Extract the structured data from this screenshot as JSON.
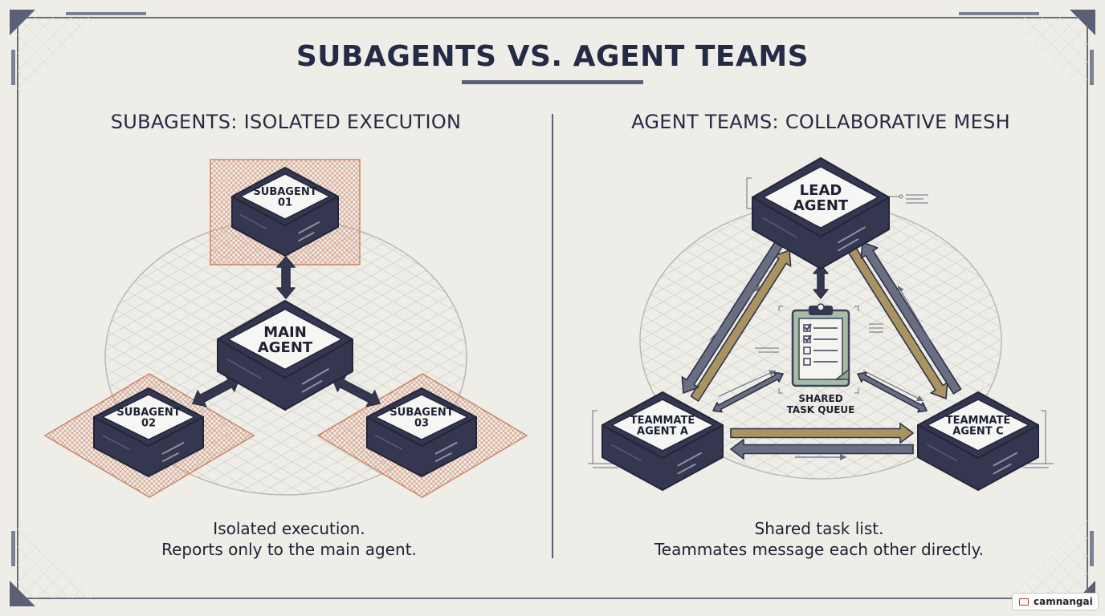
{
  "title": "SUBAGENTS VS. AGENT TEAMS",
  "left": {
    "heading": "SUBAGENTS: ISOLATED EXECUTION",
    "nodes": {
      "sub1": [
        "SUBAGENT",
        "01"
      ],
      "main": [
        "MAIN",
        "AGENT"
      ],
      "sub2": [
        "SUBAGENT",
        "02"
      ],
      "sub3": [
        "SUBAGENT",
        "03"
      ]
    },
    "caption": [
      "Isolated execution.",
      "Reports only to the main agent."
    ]
  },
  "right": {
    "heading": "AGENT TEAMS: COLLABORATIVE MESH",
    "nodes": {
      "lead": [
        "LEAD",
        "AGENT"
      ],
      "mateA": [
        "TEAMMATE",
        "AGENT A"
      ],
      "mateC": [
        "TEAMMATE",
        "AGENT C"
      ]
    },
    "queue_label": [
      "SHARED",
      "TASK QUEUE"
    ],
    "caption": [
      "Shared task list.",
      "Teammates message each other directly."
    ]
  },
  "colors": {
    "background": "#eeede8",
    "node_dark": "#34374f",
    "node_top": "#f6f6f4",
    "accent_orange": "#c9876a",
    "arrow_gold": "#a99360",
    "arrow_grey": "#6a6e83",
    "clipboard_green": "#8aa68c"
  },
  "watermark": "camnangai"
}
